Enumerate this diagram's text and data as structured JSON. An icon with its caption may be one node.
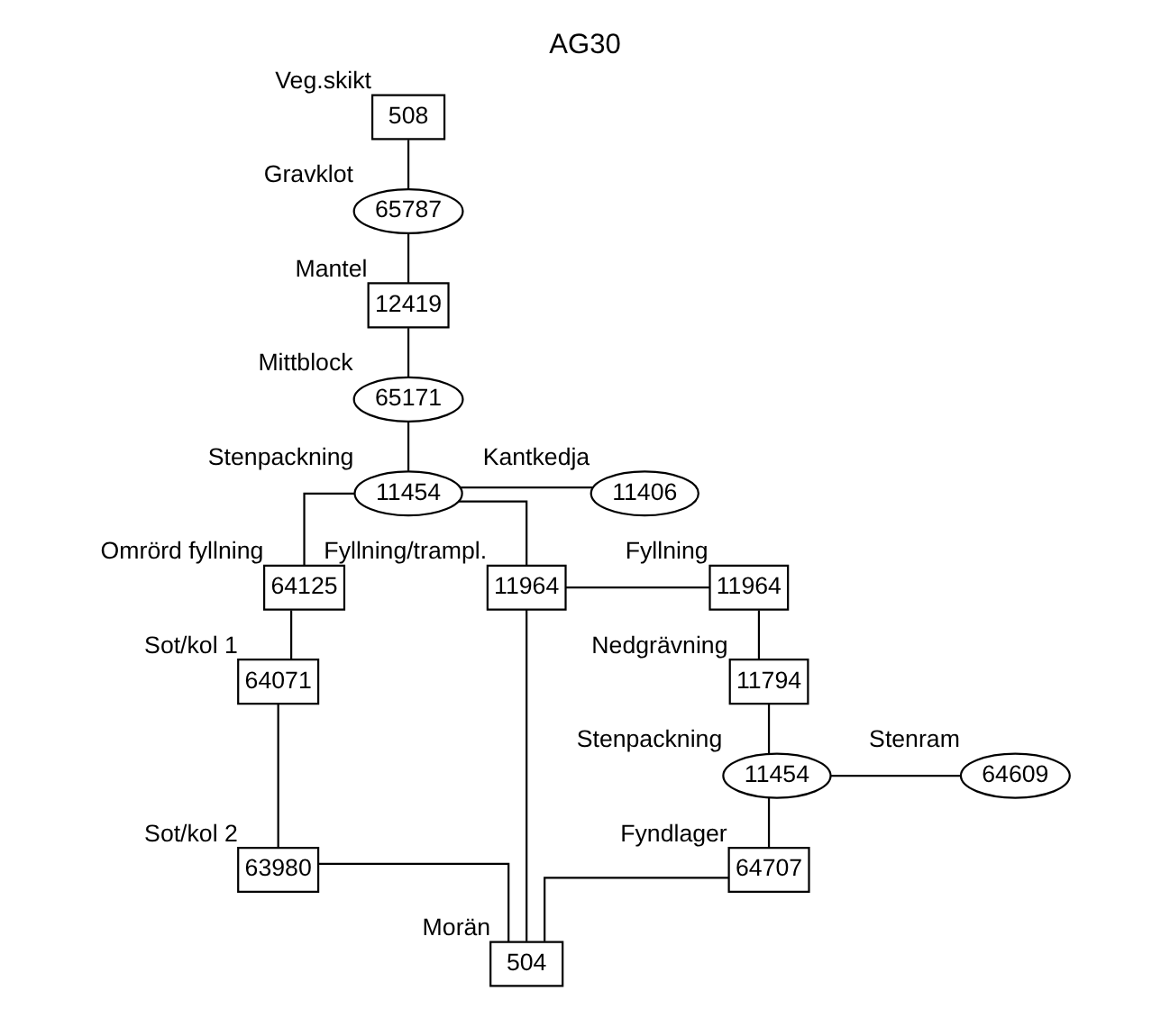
{
  "diagram": {
    "title": "AG30",
    "nodes": [
      {
        "text": [
          "508"
        ],
        "beside": [
          "Veg.skikt"
        ]
      },
      {
        "text": [
          "65787"
        ],
        "beside": [
          "Gravklot"
        ]
      },
      {
        "text": [
          "12419"
        ],
        "beside": [
          "Mantel"
        ]
      },
      {
        "text": [
          "65171"
        ],
        "beside": [
          "Mittblock"
        ]
      },
      {
        "text": [
          "11454"
        ],
        "beside": [
          "Stenpackning"
        ]
      },
      {
        "text": [
          "11406"
        ],
        "beside": [
          "Kantkedja"
        ]
      },
      {
        "text": [
          "64125"
        ],
        "beside": [
          "Omrörd fyllning"
        ]
      },
      {
        "text": [
          "11964"
        ],
        "beside": [
          "Fyllning/trampl."
        ]
      },
      {
        "text": [
          "11964"
        ],
        "beside": [
          "Fyllning"
        ]
      },
      {
        "text": [
          "64071"
        ],
        "beside": [
          "Sot/kol 1"
        ]
      },
      {
        "text": [
          "11794"
        ],
        "beside": [
          "Nedgrävning"
        ]
      },
      {
        "text": [
          "63980"
        ],
        "beside": [
          "Sot/kol 2"
        ]
      },
      {
        "text": [
          "11454"
        ],
        "beside": [
          "Stenpackning"
        ]
      },
      {
        "text": [
          "64609"
        ],
        "beside": [
          "Stenram"
        ]
      },
      {
        "text": [
          "64707"
        ],
        "beside": [
          "Fyndlager"
        ]
      },
      {
        "text": [
          "504"
        ],
        "beside": [
          "Morän"
        ]
      }
    ],
    "edges": [
      {
        "from": 0,
        "to": 1,
        "arrow": "none"
      },
      {
        "from": 1,
        "to": 2,
        "arrow": "none"
      },
      {
        "from": 2,
        "to": 3,
        "arrow": "none"
      },
      {
        "from": 3,
        "to": 4,
        "arrow": "none"
      },
      {
        "from": 4,
        "to": 5,
        "arrow": "none"
      },
      {
        "from": 4,
        "to": 6,
        "arrow": "none"
      },
      {
        "from": 4,
        "to": 7,
        "arrow": "none"
      },
      {
        "from": 7,
        "to": 8,
        "arrow": "none"
      },
      {
        "from": 6,
        "to": 9,
        "arrow": "none"
      },
      {
        "from": 8,
        "to": 10,
        "arrow": "none"
      },
      {
        "from": 9,
        "to": 11,
        "arrow": "none"
      },
      {
        "from": 10,
        "to": 12,
        "arrow": "none"
      },
      {
        "from": 12,
        "to": 13,
        "arrow": "none"
      },
      {
        "from": 12,
        "to": 14,
        "arrow": "none"
      },
      {
        "from": 11,
        "to": 15,
        "arrow": "none"
      },
      {
        "from": 7,
        "to": 15,
        "arrow": "none"
      },
      {
        "from": 14,
        "to": 15,
        "arrow": "none"
      }
    ]
  }
}
